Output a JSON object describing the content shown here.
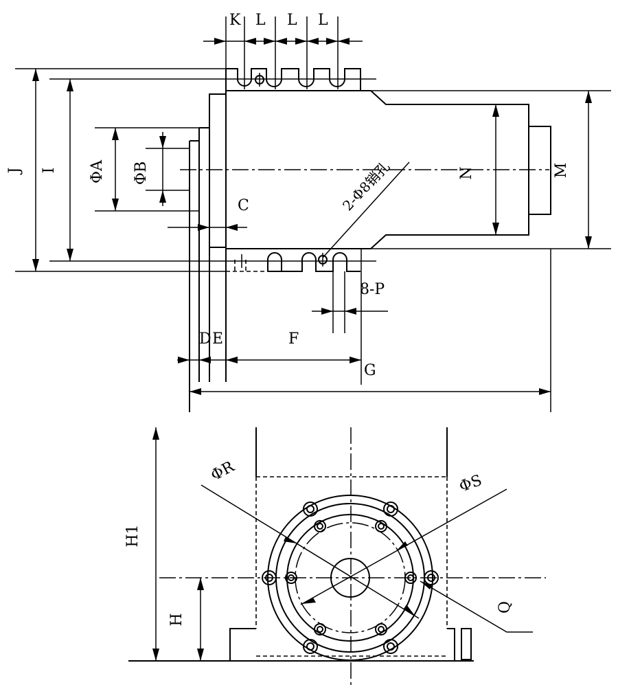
{
  "side_view": {
    "labels": {
      "K": "K",
      "L1": "L",
      "L2": "L",
      "L3": "L",
      "J": "J",
      "I": "I",
      "A": "ΦA",
      "B": "ΦB",
      "C": "C",
      "hole_note": "2-Φ8销孔",
      "N": "N",
      "M": "M",
      "P": "8-P",
      "D": "D",
      "E": "E",
      "F": "F",
      "G": "G"
    }
  },
  "front_view": {
    "labels": {
      "R": "ΦR",
      "S": "ΦS",
      "H1": "H1",
      "H": "H",
      "Q": "Q"
    }
  }
}
